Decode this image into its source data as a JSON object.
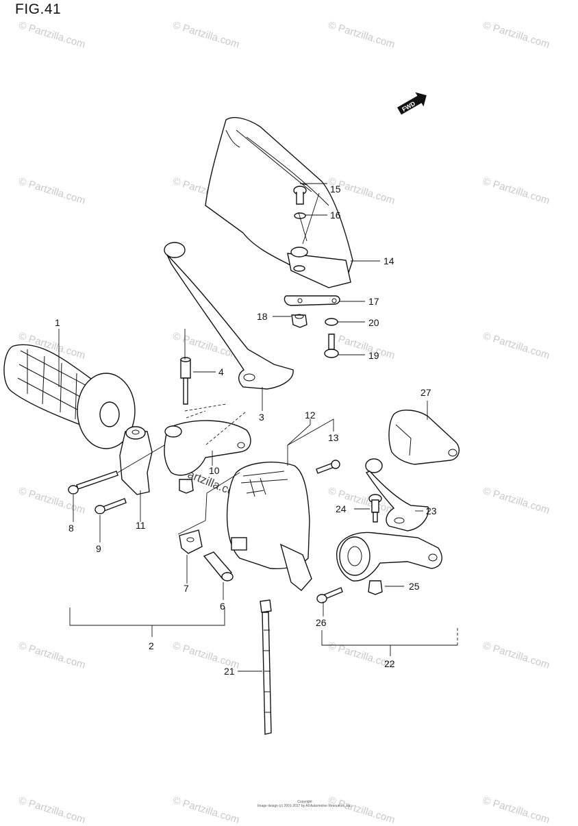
{
  "figure": {
    "title": "FIG.41",
    "fwd_label": "FWD",
    "watermark": "© Partzilla.com",
    "watermark_center": "© Partzilla.com",
    "copyright_line1": "Copyright",
    "copyright_line2": "Image design (c) 2001-2017 by All Automotive Resources, Inc."
  },
  "callouts": [
    {
      "id": "c1",
      "label": "1"
    },
    {
      "id": "c2",
      "label": "2"
    },
    {
      "id": "c3",
      "label": "3"
    },
    {
      "id": "c4",
      "label": "4"
    },
    {
      "id": "c6",
      "label": "6"
    },
    {
      "id": "c7",
      "label": "7"
    },
    {
      "id": "c8",
      "label": "8"
    },
    {
      "id": "c9",
      "label": "9"
    },
    {
      "id": "c10",
      "label": "10"
    },
    {
      "id": "c11",
      "label": "11"
    },
    {
      "id": "c12",
      "label": "12"
    },
    {
      "id": "c13",
      "label": "13"
    },
    {
      "id": "c14",
      "label": "14"
    },
    {
      "id": "c15",
      "label": "15"
    },
    {
      "id": "c16",
      "label": "16"
    },
    {
      "id": "c17",
      "label": "17"
    },
    {
      "id": "c18",
      "label": "18"
    },
    {
      "id": "c19",
      "label": "19"
    },
    {
      "id": "c20",
      "label": "20"
    },
    {
      "id": "c21",
      "label": "21"
    },
    {
      "id": "c22",
      "label": "22"
    },
    {
      "id": "c23",
      "label": "23"
    },
    {
      "id": "c24",
      "label": "24"
    },
    {
      "id": "c25",
      "label": "25"
    },
    {
      "id": "c26",
      "label": "26"
    },
    {
      "id": "c27",
      "label": "27"
    }
  ]
}
